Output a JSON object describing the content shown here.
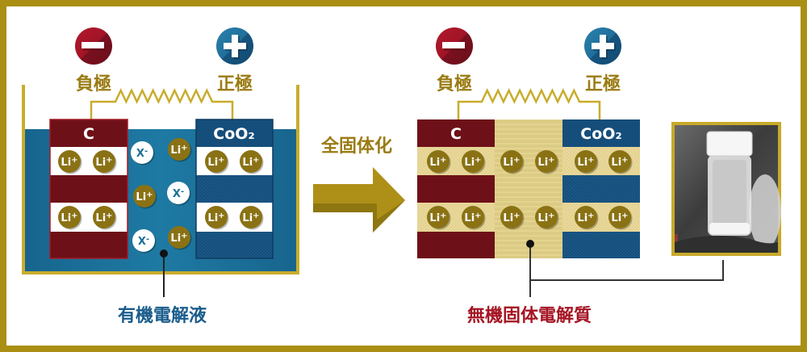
{
  "transition": {
    "label": "全固体化"
  },
  "left_battery": {
    "negative_terminal": {
      "label": "負極"
    },
    "positive_terminal": {
      "label": "正極"
    },
    "anode_material": "C",
    "cathode_material": "CoO₂",
    "electrolyte_label": "有機電解液",
    "ion_counts": {
      "lithium_in_anode": 4,
      "lithium_in_cathode": 4,
      "lithium_in_electrolyte": 3,
      "anion_in_electrolyte": 3
    }
  },
  "right_battery": {
    "negative_terminal": {
      "label": "負極"
    },
    "positive_terminal": {
      "label": "正極"
    },
    "anode_material": "C",
    "cathode_material": "CoO₂",
    "electrolyte_label": "無機固体電解質",
    "ion_counts": {
      "lithium_in_anode": 4,
      "lithium_in_cathode": 4,
      "lithium_in_electrolyte": 4
    }
  },
  "ions": {
    "lithium": {
      "symbol": "Li",
      "charge": "+"
    },
    "anion": {
      "symbol": "X",
      "charge": "-"
    }
  },
  "icons": {
    "negative": "minus-circle-icon",
    "positive": "plus-circle-icon",
    "transition": "right-arrow-icon",
    "photo": "powder-vial-photo"
  },
  "colors": {
    "frame": "#AB8F14",
    "wire": "#C9AC2C",
    "label_gold": "#9A7B12",
    "anode_red": "#6E1018",
    "cathode_navy": "#164F7C",
    "liquid_electrolyte": "#1D6F98",
    "solid_electrolyte": "#DCCB84",
    "lithium_ion": "#8A7214",
    "liquid_label": "#1A5C8C",
    "solid_label": "#A51423"
  }
}
